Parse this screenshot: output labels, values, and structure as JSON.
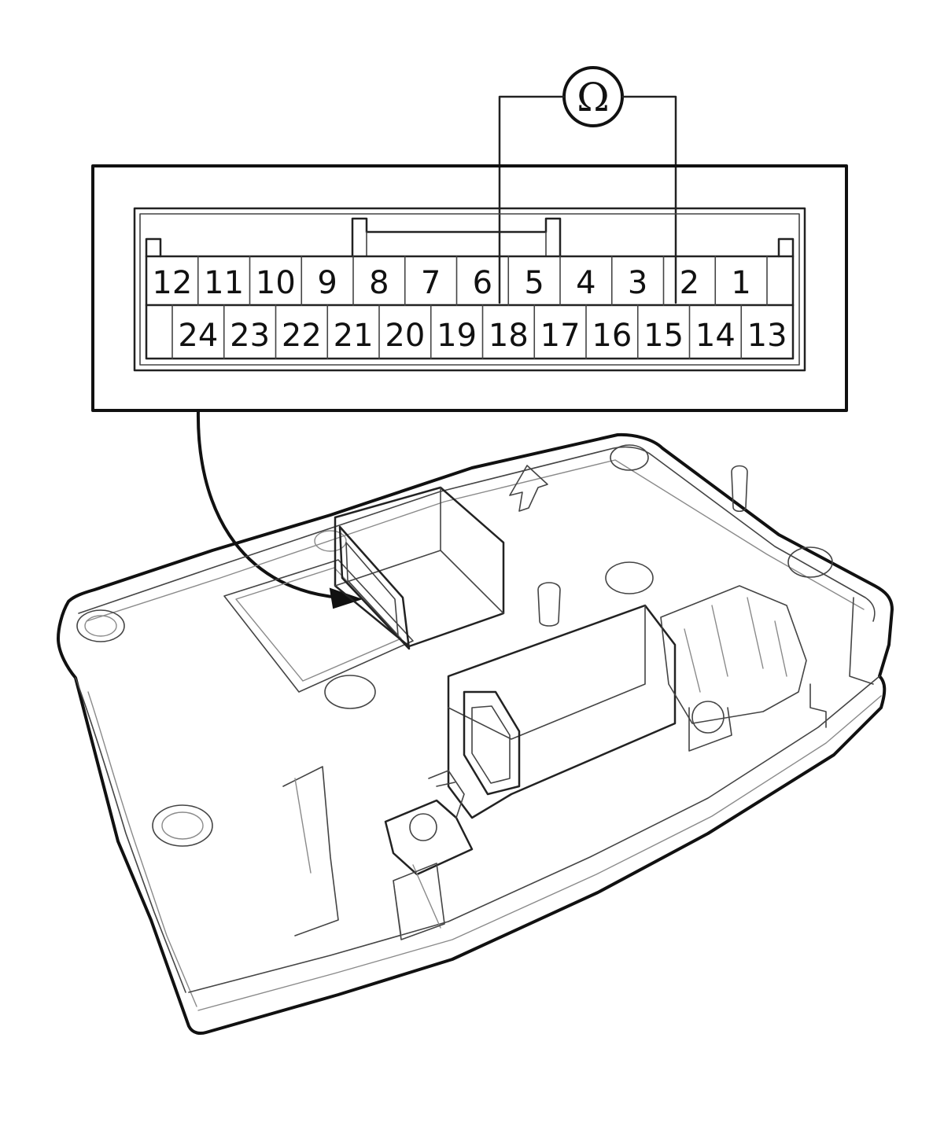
{
  "meter": {
    "symbol": "Ω",
    "probe_pins": [
      "6",
      "2"
    ]
  },
  "connector": {
    "top_row": [
      "12",
      "11",
      "10",
      "9",
      "8",
      "7",
      "6",
      "5",
      "4",
      "3",
      "2",
      "1"
    ],
    "bottom_row": [
      "24",
      "23",
      "22",
      "21",
      "20",
      "19",
      "18",
      "17",
      "16",
      "15",
      "14",
      "13"
    ]
  }
}
